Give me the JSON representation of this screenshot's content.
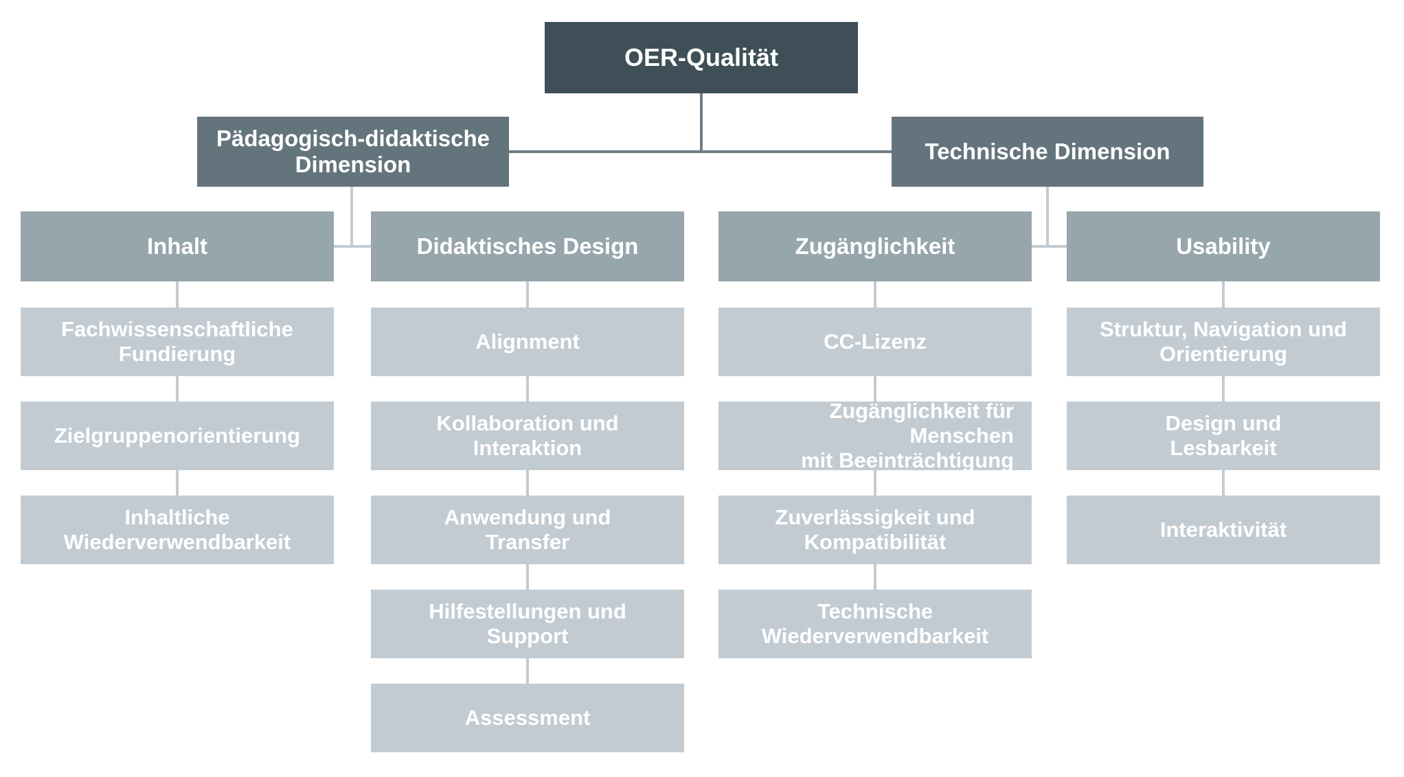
{
  "diagram": {
    "title": "OER-Qualität",
    "type": "hierarchy-org-chart"
  },
  "root": {
    "label": "OER-Qualität"
  },
  "dimensions": {
    "left": {
      "label": "Pädagogisch-didaktische\nDimension"
    },
    "right": {
      "label": "Technische Dimension"
    }
  },
  "columns": [
    {
      "header": {
        "label": "Inhalt"
      },
      "items": [
        {
          "label": "Fachwissenschaftliche\nFundierung"
        },
        {
          "label": "Zielgruppenorientierung"
        },
        {
          "label": "Inhaltliche\nWiederverwendbarkeit"
        }
      ]
    },
    {
      "header": {
        "label": "Didaktisches Design"
      },
      "items": [
        {
          "label": "Alignment"
        },
        {
          "label": "Kollaboration und\nInteraktion"
        },
        {
          "label": "Anwendung und\nTransfer"
        },
        {
          "label": "Hilfestellungen und\nSupport"
        },
        {
          "label": "Assessment"
        }
      ]
    },
    {
      "header": {
        "label": "Zugänglichkeit"
      },
      "items": [
        {
          "label": "CC-Lizenz"
        },
        {
          "label": "Zugänglichkeit für Menschen\nmit Beeinträchtigung"
        },
        {
          "label": "Zuverlässigkeit und\nKompatibilität"
        },
        {
          "label": "Technische\nWiederverwendbarkeit"
        }
      ]
    },
    {
      "header": {
        "label": "Usability"
      },
      "items": [
        {
          "label": "Struktur, Navigation und\nOrientierung"
        },
        {
          "label": "Design und\nLesbarkeit"
        },
        {
          "label": "Interaktivität"
        }
      ]
    }
  ],
  "colors": {
    "background": "#FFFFFF",
    "root_fill": "#3E4F57",
    "dimension_fill": "#64747C",
    "category_fill": "#97A5AC",
    "item_fill": "#C3CBD2",
    "connector_dark": "#6E7D85",
    "connector_light": "#C2CBD1",
    "text": "#FFFFFF"
  }
}
